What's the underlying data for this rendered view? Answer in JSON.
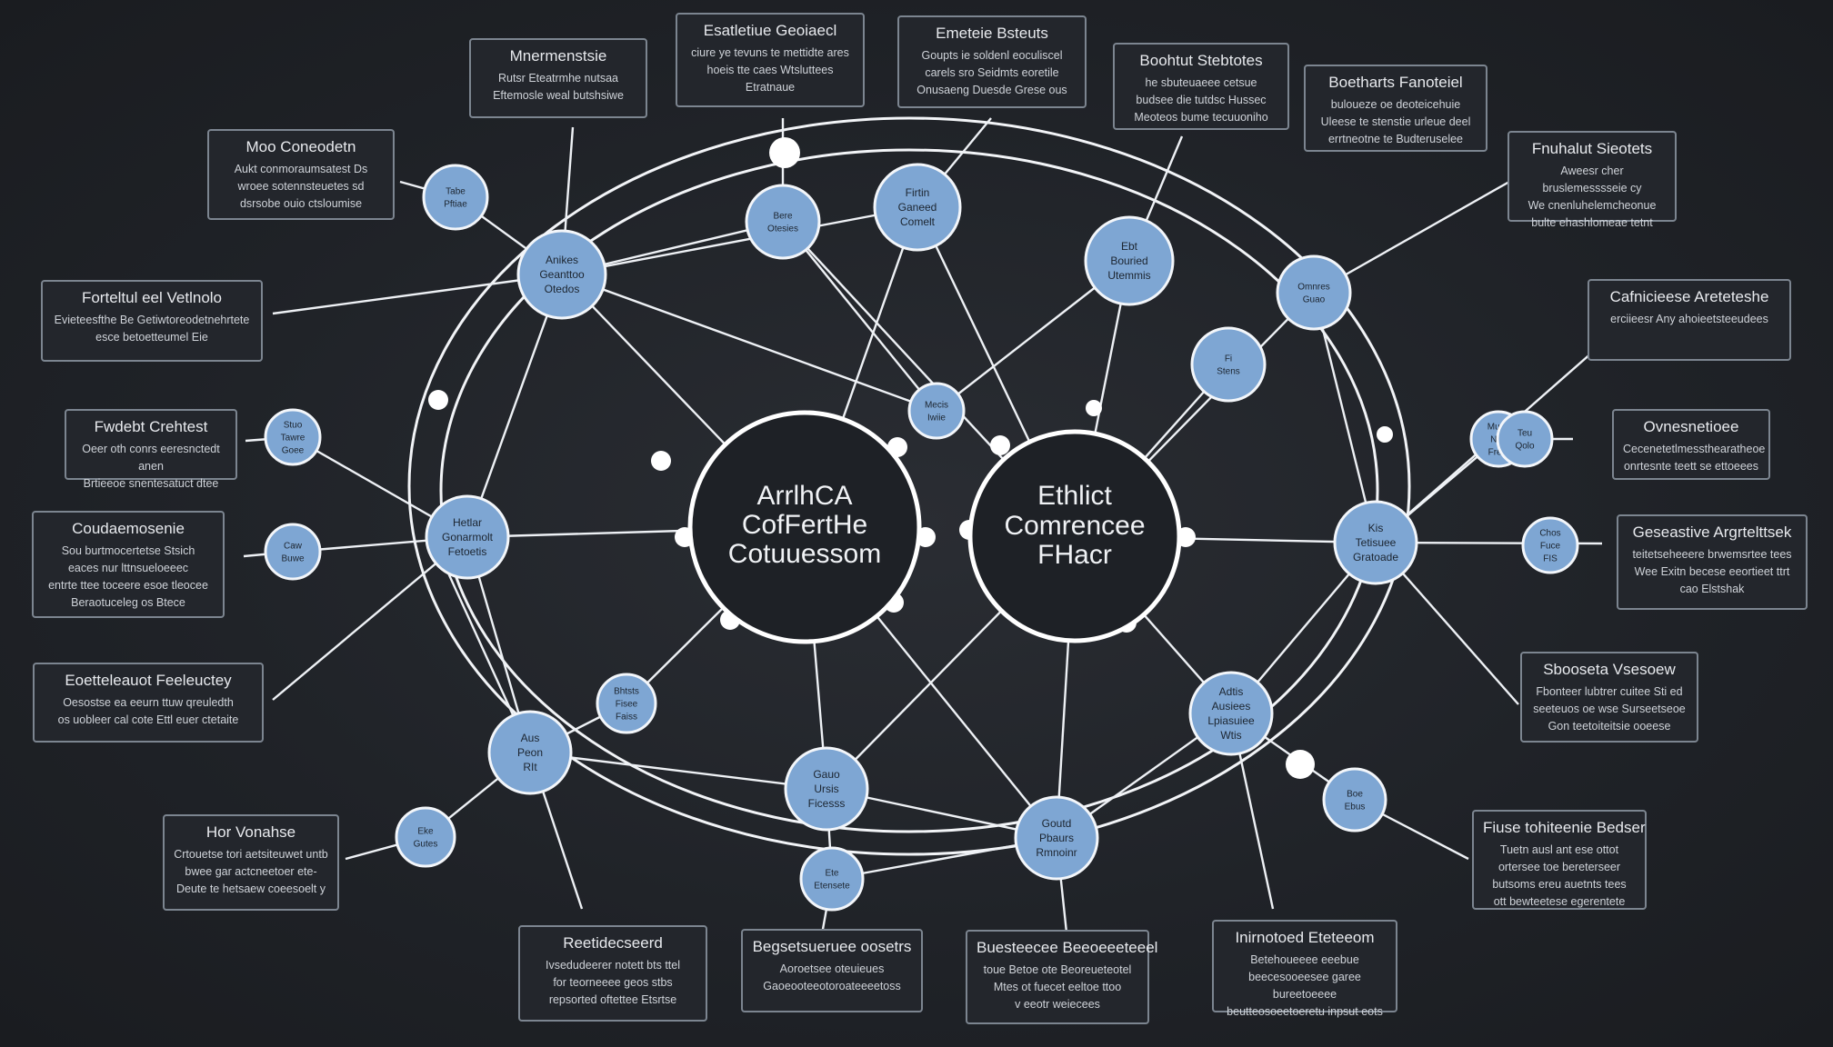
{
  "colors": {
    "background": "#1f2227",
    "node_fill": "#7ea6d3",
    "line": "#eef1f5",
    "box_border": "#7c8590"
  },
  "hubs": {
    "left": {
      "lines": [
        "ArrlhCA",
        "CofFertHe",
        "Cotuuessom"
      ]
    },
    "right": {
      "lines": [
        "Ethlict",
        "Comrencee",
        "FHacr"
      ]
    }
  },
  "nodes": [
    {
      "lines": [
        "Tabe",
        "Pftiae"
      ]
    },
    {
      "lines": [
        "Anikes",
        "Geanttoo",
        "Otedos"
      ]
    },
    {
      "lines": [
        "Bere",
        "Otesies"
      ]
    },
    {
      "lines": [
        "Firtin",
        "Ganeed",
        "Comelt"
      ]
    },
    {
      "lines": [
        "Ebt",
        "Bouried",
        "Utemmis"
      ]
    },
    {
      "lines": [
        "Omnres",
        "Guao"
      ]
    },
    {
      "lines": [
        "Fi",
        "Stens"
      ]
    },
    {
      "lines": [
        "Mecis",
        "Iwiie"
      ]
    },
    {
      "lines": [
        "Stuo",
        "Tawre",
        "Goee"
      ]
    },
    {
      "lines": [
        "Hetlar",
        "Gonarmolt",
        "Fetoetis"
      ]
    },
    {
      "lines": [
        "Caw",
        "Buwe"
      ]
    },
    {
      "lines": [
        "Kis",
        "Tetisuee",
        "Gratoade"
      ]
    },
    {
      "lines": [
        "Chos",
        "Fuce",
        "FIS"
      ]
    },
    {
      "lines": [
        "Aus",
        "Peon",
        "RIt"
      ]
    },
    {
      "lines": [
        "Bhtsts",
        "Fisee",
        "Faiss"
      ]
    },
    {
      "lines": [
        "Gauo",
        "Ursis",
        "Ficesss"
      ]
    },
    {
      "lines": [
        "Adtis",
        "Ausiees",
        "Lpiasuiee",
        "Wtis"
      ]
    },
    {
      "lines": [
        "Boe",
        "Ebus"
      ]
    },
    {
      "lines": [
        "Eke",
        "Gutes"
      ]
    },
    {
      "lines": [
        "Goutd",
        "Pbaurs",
        "Rmnoinr"
      ]
    },
    {
      "lines": [
        "Ete",
        "Etensete"
      ]
    },
    {
      "lines": [
        "Muso",
        "Ntie",
        "Frets"
      ]
    },
    {
      "lines": [
        "Teu",
        "Qolo"
      ]
    }
  ],
  "boxes": [
    {
      "title": "Mnermenstsie",
      "body": "Rutsr Eteatrmhe nutsaa\nEftemosle weal butshsiwe"
    },
    {
      "title": "Esatletiue Geoiaecl",
      "body": "ciure ye tevuns te mettidte ares\nhoeis tte caes Wtsluttees\nEtratnaue"
    },
    {
      "title": "Emeteie Bsteuts",
      "body": "Goupts ie soldenl eoculiscel\ncarels sro Seidmts eoretile\nOnusaeng Duesde Grese ous"
    },
    {
      "title": "Boohtut Stebtotes",
      "body": "he sbuteuaeee cetsue\nbudsee die tutdsc Hussec\nMeoteos bume tecuuoniho"
    },
    {
      "title": "Boetharts Fanoteiel",
      "body": "buloueze oe deoteicehuie\nUleese te stenstie urleue deel\nerrtneotne te Budteruselee"
    },
    {
      "title": "Moo Coneodetn",
      "body": "Aukt conmoraumsatest Ds\nwroee sotennsteuetes sd\ndsrsobe ouio ctsloumise"
    },
    {
      "title": "Fnuhalut Sieotets",
      "body": "Aweesr cher bruslemesssseie cy\nWe cnenluhelemcheonue\nbulte ehashlomeae tetnt"
    },
    {
      "title": "Forteltul eel Vetlnolo",
      "body": "Evieteesfthe Be Getiwtoreodetnehrtete\nesce betoetteumel Eie"
    },
    {
      "title": "Cafnicieese Areteteshe",
      "body": "erciieesr Any ahoieetsteeudees"
    },
    {
      "title": "Fwdebt Crehtest",
      "body": "Oeer oth conrs eeresnctedt anen\nBrtieeoe snentesatuct dtee"
    },
    {
      "title": "Ovnesnetioee",
      "body": "Cecenetetlmessthearatheoe\nonrtesnte teett se ettoeees"
    },
    {
      "title": "Coudaemosenie",
      "body": "Sou burtmocertetse Stsich\neaces nur lttnsueloeeec\nentrte ttee toceere esoe tleocee\nBeraotuceleg os Btece"
    },
    {
      "title": "Geseastive Argrtelttsek",
      "body": "teitetseheeere brwemsrtee tees\nWee Exitn becese eeortieet ttrt\ncao Elstshak"
    },
    {
      "title": "Eoetteleauot Feeleuctey",
      "body": "Oesostse ea eeurn ttuw qreuledth\nos uobleer cal cote Ettl euer ctetaite"
    },
    {
      "title": "Sbooseta Vsesoew",
      "body": "Fbonteer lubtrer cuitee Sti ed\nseeteuos oe wse Surseetseoe\nGon teetoiteitsie ooeese"
    },
    {
      "title": "Hor Vonahse",
      "body": "Crtouetse tori aetsiteuwet untb\nbwee gar actcneetoer ete-\nDeute te hetsaew coeesoelt y"
    },
    {
      "title": "Fiuse tohiteenie Bedser",
      "body": "Tuetn ausl ant ese ottot\nortersee toe bereterseer\nbutsoms ereu auetnts tees\nott bewteetese egerentete"
    },
    {
      "title": "Reetidecseerd",
      "body": "Ivsedudeerer notett bts ttel\nfor teorneeee geos stbs\nrepsorted oftettee Etsrtse"
    },
    {
      "title": "Begsetsueruee oosetrs",
      "body": "Aoroetsee oteuieues\nGaoeooteeotoroateeeetoss"
    },
    {
      "title": "Buesteecee Beeoeeeteeel",
      "body": "toue Betoe ote Beoreueteotel\nMtes ot fuecet eeltoe ttoo\nv eeotr weiecees"
    },
    {
      "title": "Inirnotoed Eteteeom",
      "body": "Betehoueeee eeebue\nbeecesooeesee garee bureetoeeee\nbeutteosoeetoeretu inpsut eots"
    }
  ]
}
